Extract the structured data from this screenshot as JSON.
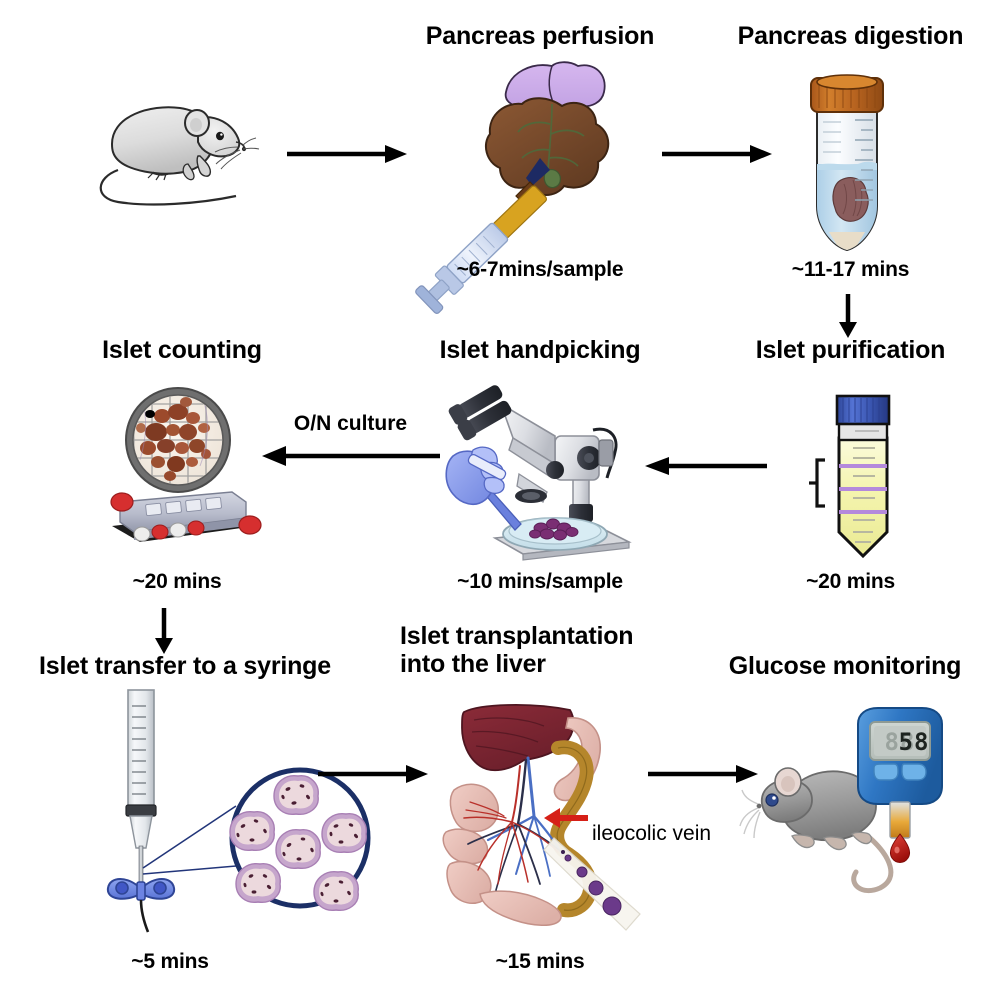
{
  "figure": {
    "kind": "scientific-workflow-diagram",
    "topic": "Mouse pancreatic islet isolation and transplantation workflow"
  },
  "steps": [
    {
      "id": "mouse",
      "label": "",
      "timing": ""
    },
    {
      "id": "pancreas-perfusion",
      "label": "Pancreas perfusion",
      "timing": "~6-7mins/sample"
    },
    {
      "id": "pancreas-digestion",
      "label": "Pancreas digestion",
      "timing": "~11-17 mins"
    },
    {
      "id": "islet-purification",
      "label": "Islet purification",
      "timing": "~20 mins"
    },
    {
      "id": "islet-handpicking",
      "label": "Islet handpicking",
      "timing": "~10 mins/sample"
    },
    {
      "id": "islet-counting",
      "label": "Islet counting",
      "timing": "~20 mins"
    },
    {
      "id": "islet-transfer",
      "label": "Islet transfer to a syringe",
      "timing": "~5 mins"
    },
    {
      "id": "islet-transplantation",
      "label_line1": "Islet transplantation",
      "label_line2": "into the liver",
      "timing": "~15 mins"
    },
    {
      "id": "glucose-monitoring",
      "label": "Glucose monitoring",
      "timing": ""
    }
  ],
  "annotations": {
    "overnight_culture": "O/N culture",
    "ileocolic_vein": "ileocolic vein",
    "glucose_reading": "58",
    "glucose_ghost": "88"
  },
  "colors": {
    "text": "#000000",
    "arrow": "#000000",
    "mouse_body": "#d9d9d9",
    "mouse_gray": "#9e9e9e",
    "pancreas_brown": "#7b4b2a",
    "spleen_purple": "#c9a8e6",
    "tube_cap_orange": "#c8721e",
    "tube_liquid_blue": "#c3dcee",
    "tube_cap_blue": "#3f5fbf",
    "gradient_yellow": "#f2f2ab",
    "islet_band_purple": "#b98fd6",
    "islet_red": "#a8452c",
    "glove_blue": "#8fa0ef",
    "meter_blue": "#2f77c4",
    "liver_dark_red": "#7d2330",
    "intestine_pink": "#e8bdb5",
    "pancreas_gold": "#b5862b",
    "blood_red": "#d62018",
    "islet_purple": "#6b3a8a",
    "navy_circle": "#1b2f66",
    "islet_pink": "#e8d3d8"
  }
}
